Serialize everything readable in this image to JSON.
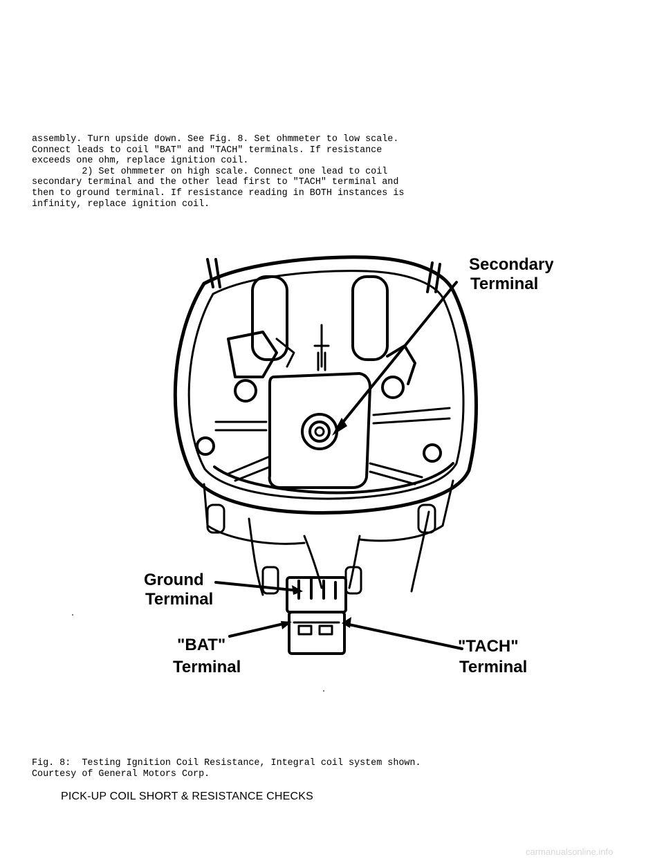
{
  "body_text": {
    "lines": [
      "assembly. Turn upside down. See Fig. 8. Set ohmmeter to low scale.",
      "Connect leads to coil \"BAT\" and \"TACH\" terminals. If resistance",
      "exceeds one ohm, replace ignition coil.",
      "         2) Set ohmmeter on high scale. Connect one lead to coil",
      "secondary terminal and the other lead first to \"TACH\" terminal and",
      "then to ground terminal. If resistance reading in BOTH instances is",
      "infinity, replace ignition coil."
    ]
  },
  "figure": {
    "labels": {
      "secondary_1": "Secondary",
      "secondary_2": "Terminal",
      "ground_1": "Ground",
      "ground_2": "Terminal",
      "bat_1": "\"BAT\"",
      "bat_2": "Terminal",
      "tach_1": "\"TACH\"",
      "tach_2": "Terminal"
    }
  },
  "caption": {
    "lines": [
      "Fig. 8:  Testing Ignition Coil Resistance, Integral coil system shown.",
      "Courtesy of General Motors Corp."
    ]
  },
  "section_heading": "PICK-UP COIL SHORT & RESISTANCE CHECKS",
  "footer": "carmanualsonline.info"
}
